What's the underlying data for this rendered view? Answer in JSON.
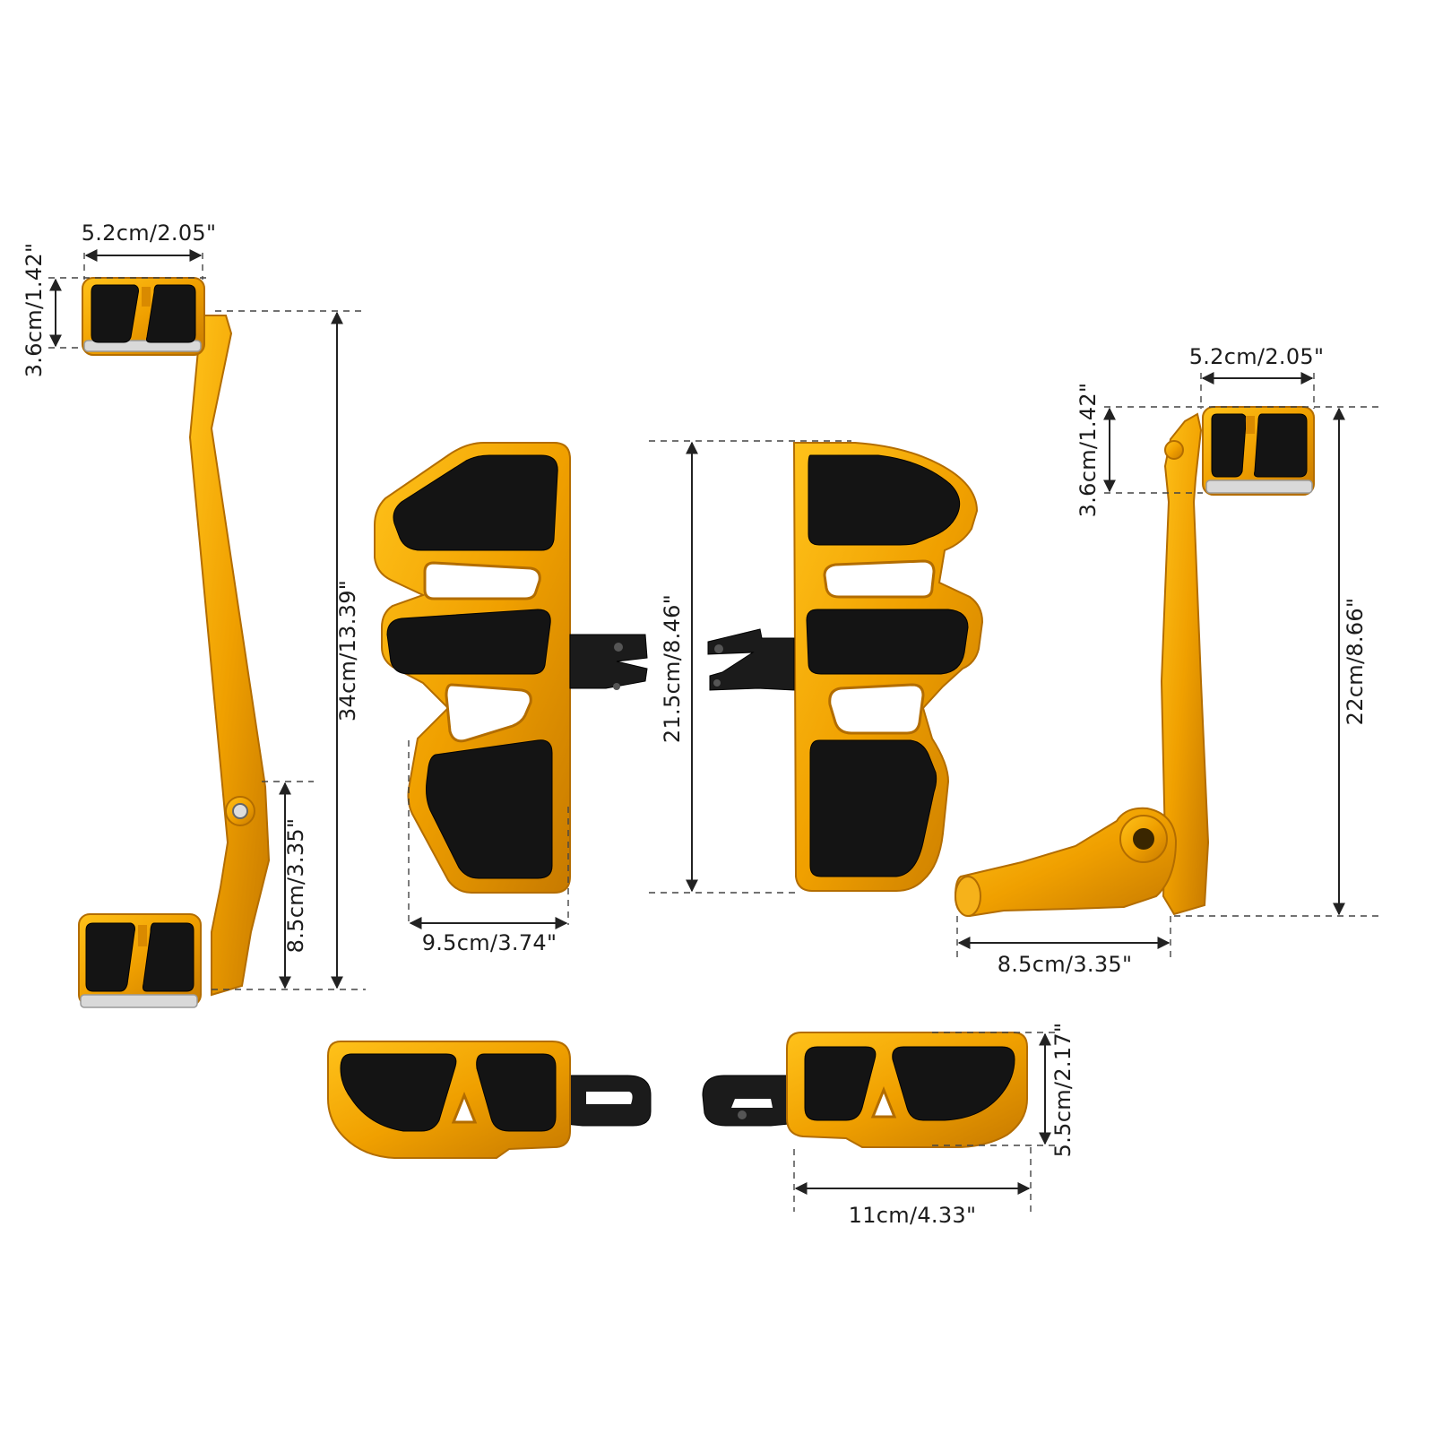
{
  "colors": {
    "gold": "#f0a000",
    "gold_dark": "#c77a00",
    "rubber_pad": "#141414",
    "bracket": "#1b1b1b",
    "background": "#ffffff"
  },
  "dimensions": {
    "shifter_pad_width": "5.2cm/2.05\"",
    "shifter_pad_height": "3.6cm/1.42\"",
    "shifter_total_height": "34cm/13.39\"",
    "shifter_heel_height": "8.5cm/3.35\"",
    "floorboard_width": "9.5cm/3.74\"",
    "floorboard_height": "21.5cm/8.46\"",
    "brake_pad_width": "5.2cm/2.05\"",
    "brake_pad_height": "3.6cm/1.42\"",
    "brake_total_height": "22cm/8.66\"",
    "brake_arm_length": "8.5cm/3.35\"",
    "peg_width": "11cm/4.33\"",
    "peg_height": "5.5cm/2.17\""
  }
}
